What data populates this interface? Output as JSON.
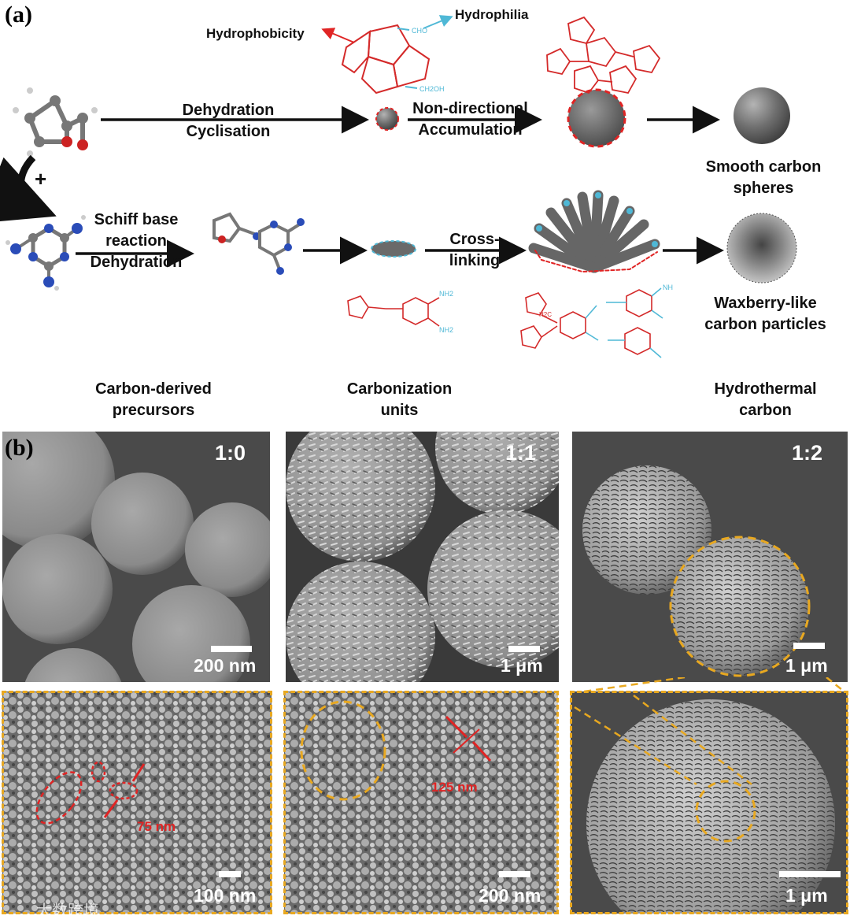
{
  "panel_a_tag": "(a)",
  "panel_b_tag": "(b)",
  "annotations": {
    "hydrophobicity": "Hydrophobicity",
    "hydrophilia": "Hydrophilia",
    "cho": "CHO",
    "ch2oh": "CH2OH",
    "nh2_top": "NH2",
    "nh2_bottom": "NH2",
    "nh": "NH",
    "h2c": "H2C"
  },
  "top_route": {
    "step1_line1": "Dehydration",
    "step1_line2": "Cyclisation",
    "step2_line1": "Non-directional",
    "step2_line2": "Accumulation",
    "product_line1": "Smooth carbon",
    "product_line2": "spheres"
  },
  "bottom_route": {
    "step1_line1": "Schiff base",
    "step1_line2": "reaction",
    "step1_line3": "Dehydration",
    "step2_line1": "Cross-",
    "step2_line2": "linking",
    "product_line1": "Waxberry-like",
    "product_line2": "carbon particles"
  },
  "column_labels": {
    "col1_line1": "Carbon-derived",
    "col1_line2": "precursors",
    "col2_line1": "Carbonization",
    "col2_line2": "units",
    "col3_line1": "Hydrothermal",
    "col3_line2": "carbon"
  },
  "sem_top": [
    {
      "ratio": "1:0",
      "scale": "200 nm"
    },
    {
      "ratio": "1:1",
      "scale": "1 μm"
    },
    {
      "ratio": "1:2",
      "scale": "1 μm"
    }
  ],
  "sem_bottom": [
    {
      "scale": "100 nm",
      "measure": "75 nm"
    },
    {
      "scale": "200 nm",
      "measure": "125 nm"
    },
    {
      "scale": "1 μm"
    }
  ],
  "watermark": "大数跨境",
  "colors": {
    "arrow": "#111111",
    "highlight_red": "#e02424",
    "hydrophilic_cyan": "#4fb8d6",
    "zoom_orange": "#e8a820"
  }
}
